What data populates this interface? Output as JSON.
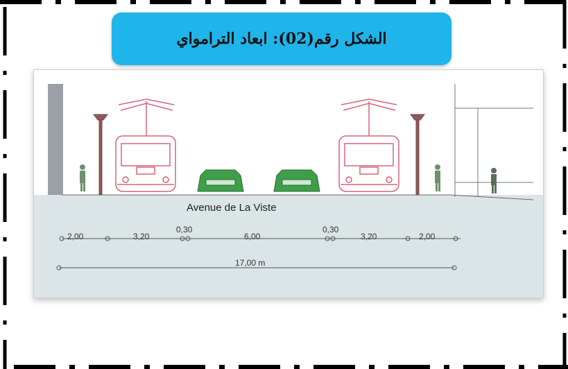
{
  "title": "الشكل رقم(02): ابعاد الترامواي",
  "diagram": {
    "street_name": "Avenue de La Viste",
    "dimensions": [
      {
        "label": "2,00"
      },
      {
        "label": "3,20"
      },
      {
        "label": "0,30"
      },
      {
        "label": "6,00"
      },
      {
        "label": "0,30"
      },
      {
        "label": "3,20"
      },
      {
        "label": "2,00"
      }
    ],
    "total_label": "17,00 m"
  },
  "colors": {
    "title_bg": "#1fb4ea",
    "tram_outline": "#d9627a",
    "car_fill": "#3f9e4a",
    "ground": "#dbe4e6",
    "frame": "#000000"
  }
}
